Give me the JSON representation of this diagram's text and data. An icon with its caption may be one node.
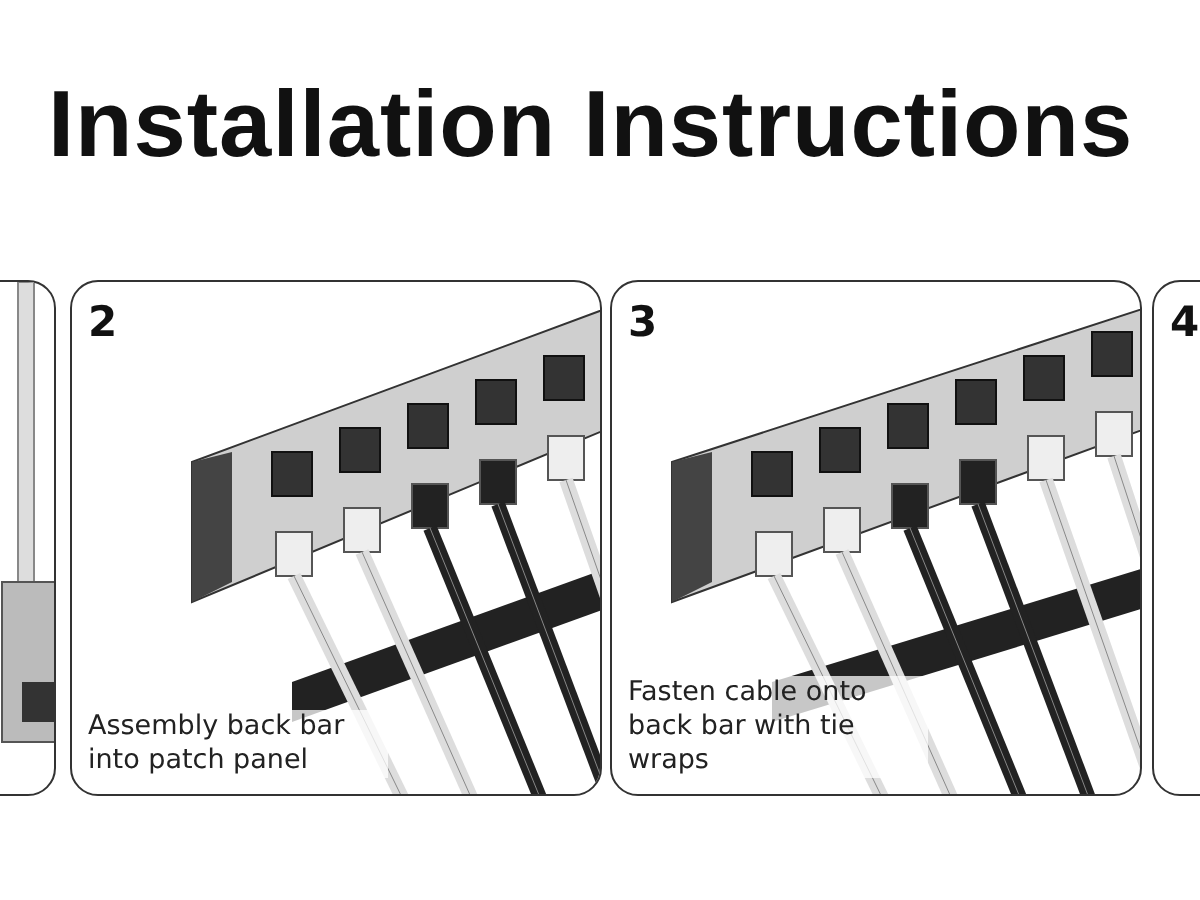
{
  "diagram": {
    "title": "Installation Instructions",
    "nodes": [
      {
        "text": [],
        "shape": "box"
      },
      {
        "text": [
          "2",
          "Assembly back bar into patch panel"
        ]
      },
      {
        "text": [
          "3",
          "Fasten cable onto back bar with tie wraps"
        ]
      },
      {
        "text": [
          "4"
        ]
      }
    ]
  }
}
